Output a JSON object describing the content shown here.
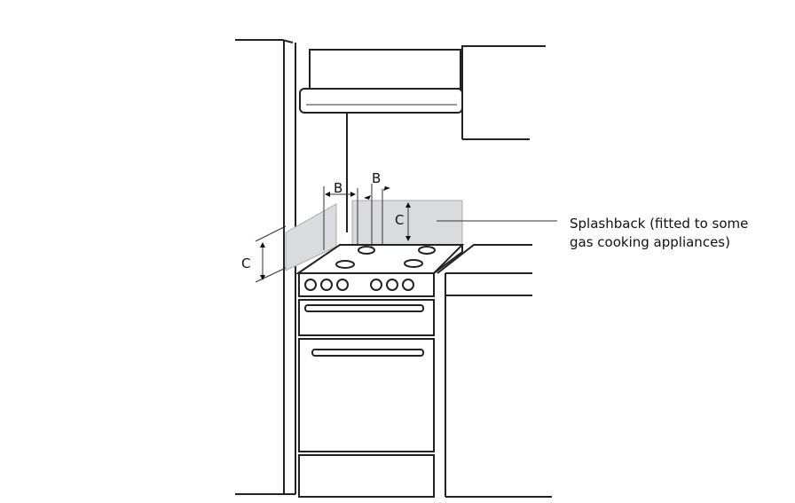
{
  "labels": {
    "b_left": "B",
    "b_right": "B",
    "c_left": "C",
    "c_right": "C"
  },
  "callout": {
    "line1": "Splashback (fitted to some",
    "line2": "gas cooking appliances)"
  },
  "colors": {
    "splashback": "#d8dcdf",
    "line": "#222222"
  }
}
